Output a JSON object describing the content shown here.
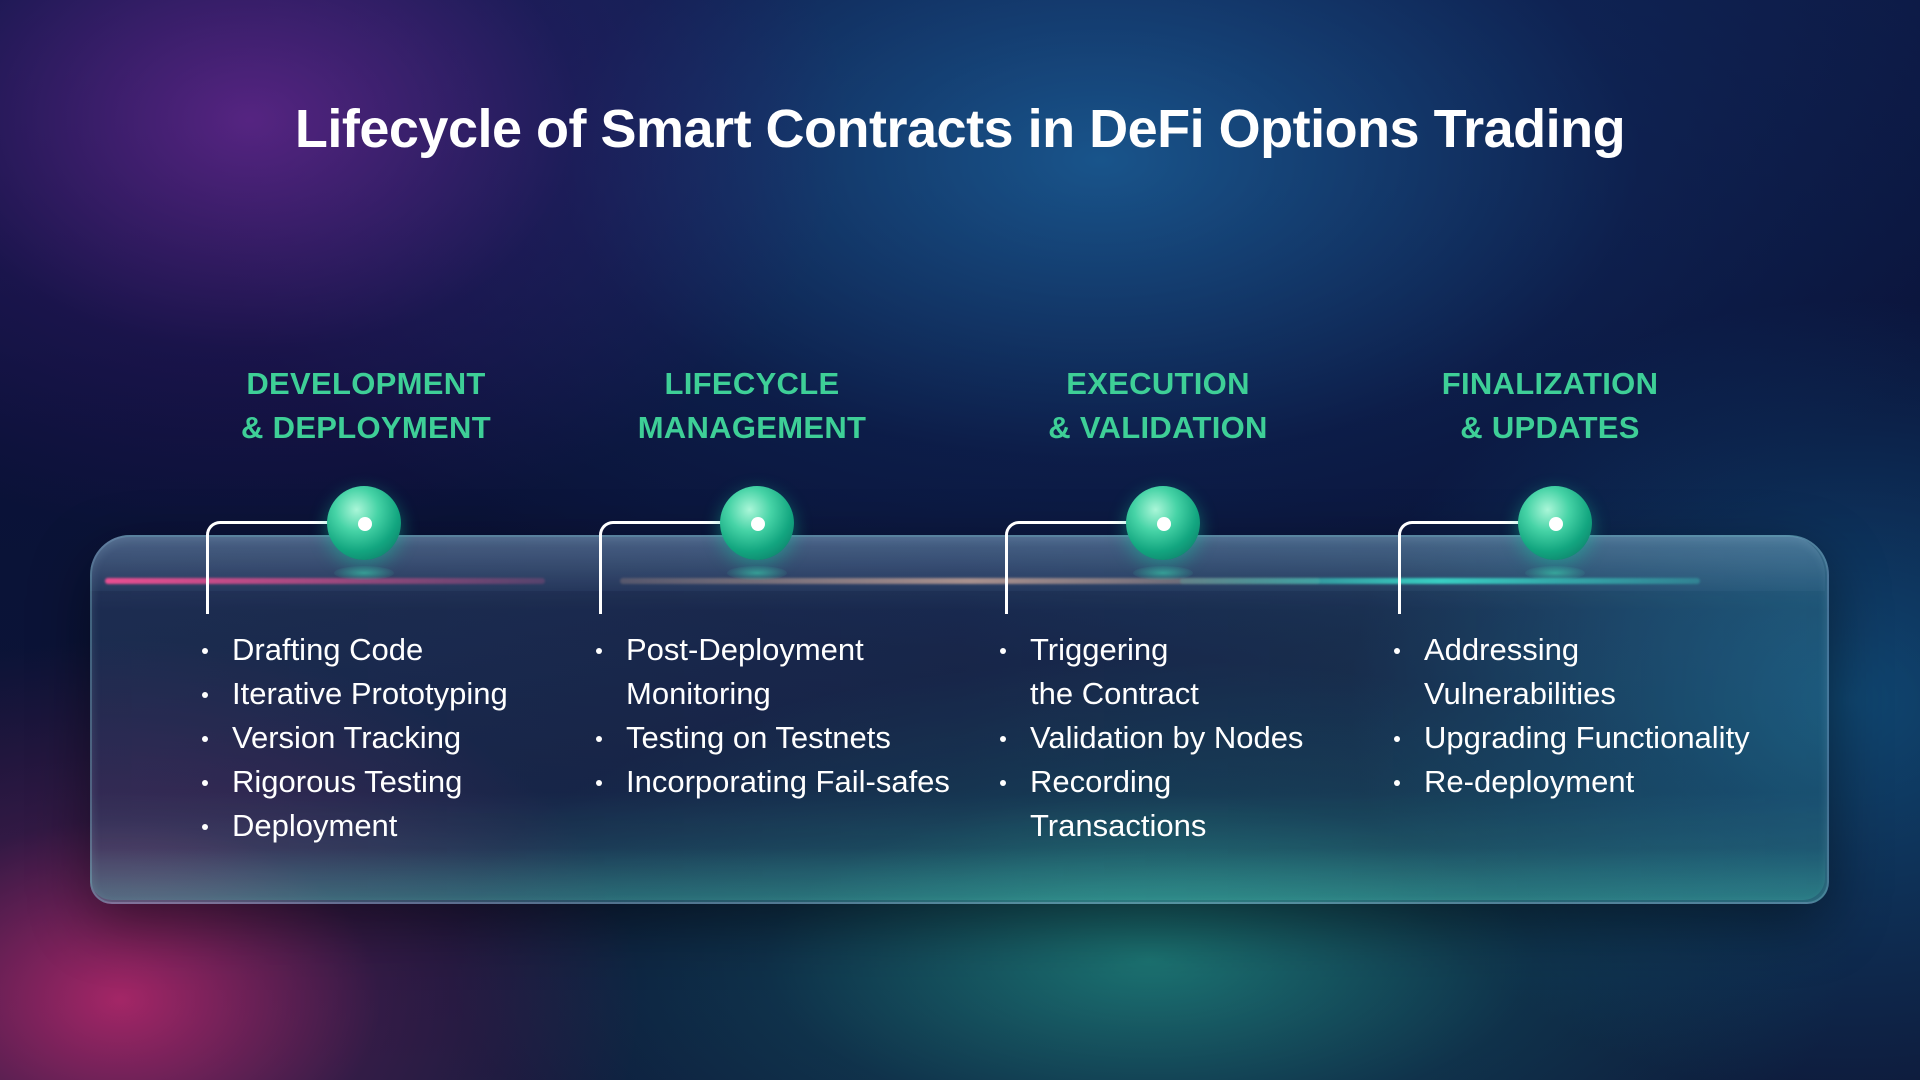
{
  "title": "Lifecycle of Smart Contracts in DeFi Options Trading",
  "colors": {
    "accent": "#3ecf97",
    "node": "#1fb88e",
    "text": "#ffffff",
    "background": "#0a1238"
  },
  "stages": [
    {
      "title_line1": "DEVELOPMENT",
      "title_line2": "& DEPLOYMENT",
      "items": [
        "Drafting Code",
        "Iterative Prototyping",
        "Version Tracking",
        "Rigorous Testing",
        "Deployment"
      ]
    },
    {
      "title_line1": "LIFECYCLE",
      "title_line2": "MANAGEMENT",
      "items": [
        "Post-Deployment\nMonitoring",
        "Testing on Testnets",
        "Incorporating Fail-safes"
      ]
    },
    {
      "title_line1": "EXECUTION",
      "title_line2": "& VALIDATION",
      "items": [
        "Triggering\nthe Contract",
        "Validation by Nodes",
        "Recording\nTransactions"
      ]
    },
    {
      "title_line1": "FINALIZATION",
      "title_line2": "& UPDATES",
      "items": [
        "Addressing\nVulnerabilities",
        "Upgrading Functionality",
        "Re-deployment"
      ]
    }
  ]
}
